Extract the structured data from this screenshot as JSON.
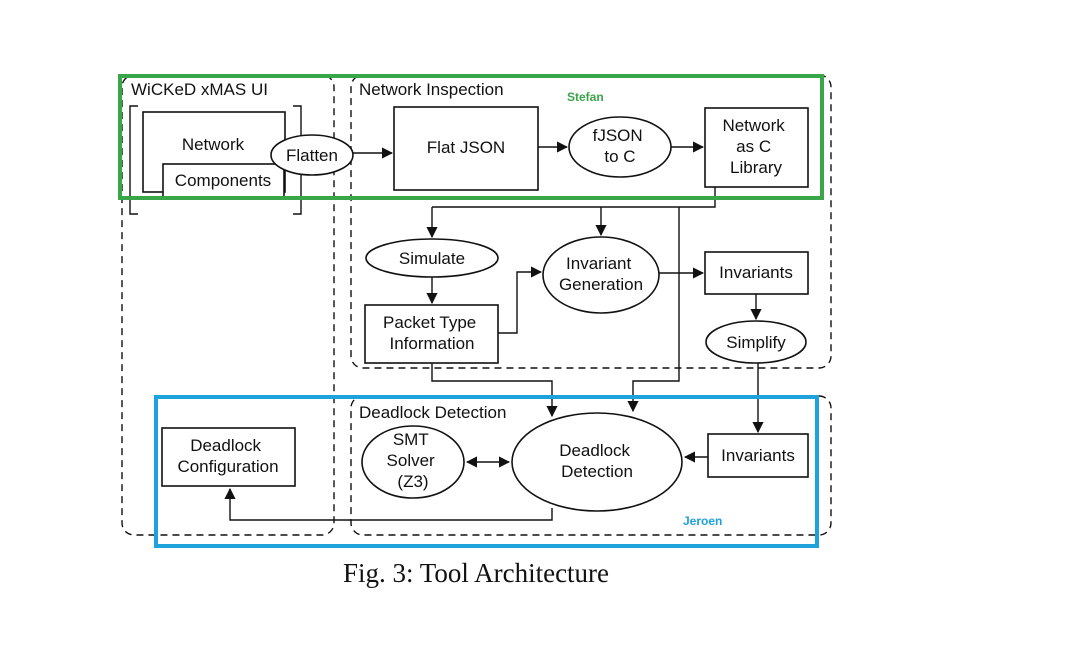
{
  "groups": {
    "ui": "WiCKeD xMAS UI",
    "inspection": "Network Inspection",
    "deadlock": "Deadlock Detection"
  },
  "owners": {
    "stefan": "Stefan",
    "jeroen": "Jeroen"
  },
  "nodes": {
    "network": "Network",
    "components": "Components",
    "flatten": "Flatten",
    "flat_json": "Flat JSON",
    "fjson_to_c": [
      "fJSON",
      "to C"
    ],
    "network_c_lib": [
      "Network",
      "as C",
      "Library"
    ],
    "simulate": "Simulate",
    "invariant_generation": [
      "Invariant",
      "Generation"
    ],
    "invariants_top": "Invariants",
    "packet_type": [
      "Packet Type",
      "Information"
    ],
    "simplify": "Simplify",
    "deadlock_config": [
      "Deadlock",
      "Configuration"
    ],
    "smt_solver": [
      "SMT",
      "Solver",
      "(Z3)"
    ],
    "deadlock_detection": [
      "Deadlock",
      "Detection"
    ],
    "invariants_bottom": "Invariants"
  },
  "caption": "Fig. 3: Tool Architecture",
  "colors": {
    "stefan": "#3aa64a",
    "jeroen": "#1ea2dc",
    "ink": "#111111"
  }
}
